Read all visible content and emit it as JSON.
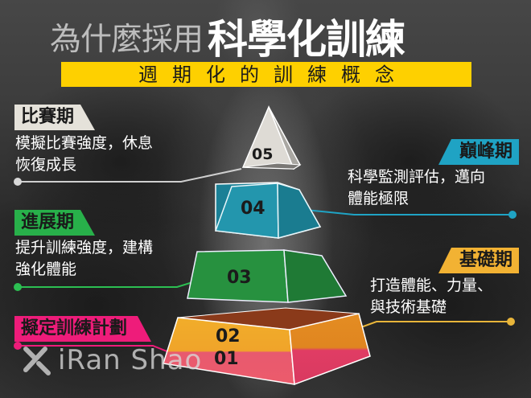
{
  "title": {
    "prefix": "為什麼採用",
    "emphasis": "科學化訓練",
    "subtitle": "週期化的訓練概念"
  },
  "phases": [
    {
      "id": "05",
      "tag": "比賽期",
      "tag_color": "#e5e2da",
      "desc_lines": [
        "模擬比賽強度，休息",
        "恢復成長"
      ],
      "tier_color": "#d9d7d2",
      "line_color": "#cfcfcf"
    },
    {
      "id": "04",
      "tag": "巔峰期",
      "tag_color": "#1fa3c4",
      "desc_lines": [
        "科學監測評估，邁向",
        "體能極限"
      ],
      "tier_color": "#1f8fa6",
      "line_color": "#1fa3c4"
    },
    {
      "id": "03",
      "tag": "進展期",
      "tag_color": "#28b04a",
      "desc_lines": [
        "提升訓練強度，建構",
        "強化體能"
      ],
      "tier_color": "#23883e",
      "line_color": "#2cbf52"
    },
    {
      "id": "02",
      "tag": "基礎期",
      "tag_color": "#f2b233",
      "desc_lines": [
        "打造體能、力量、",
        "與技術基礎"
      ],
      "tier_color": "#f0a92a",
      "line_color": "#e8b53a"
    },
    {
      "id": "01",
      "tag": "擬定訓練計劃",
      "tag_color": "#ee1c7a",
      "desc_lines": [],
      "tier_color": "#e8506a",
      "line_color": "#ee1c7a"
    }
  ],
  "tier_labels": {
    "t05": "05",
    "t04": "04",
    "t03": "03",
    "t02": "02",
    "t01": "01"
  },
  "watermark": {
    "text": "iRan Shao"
  }
}
